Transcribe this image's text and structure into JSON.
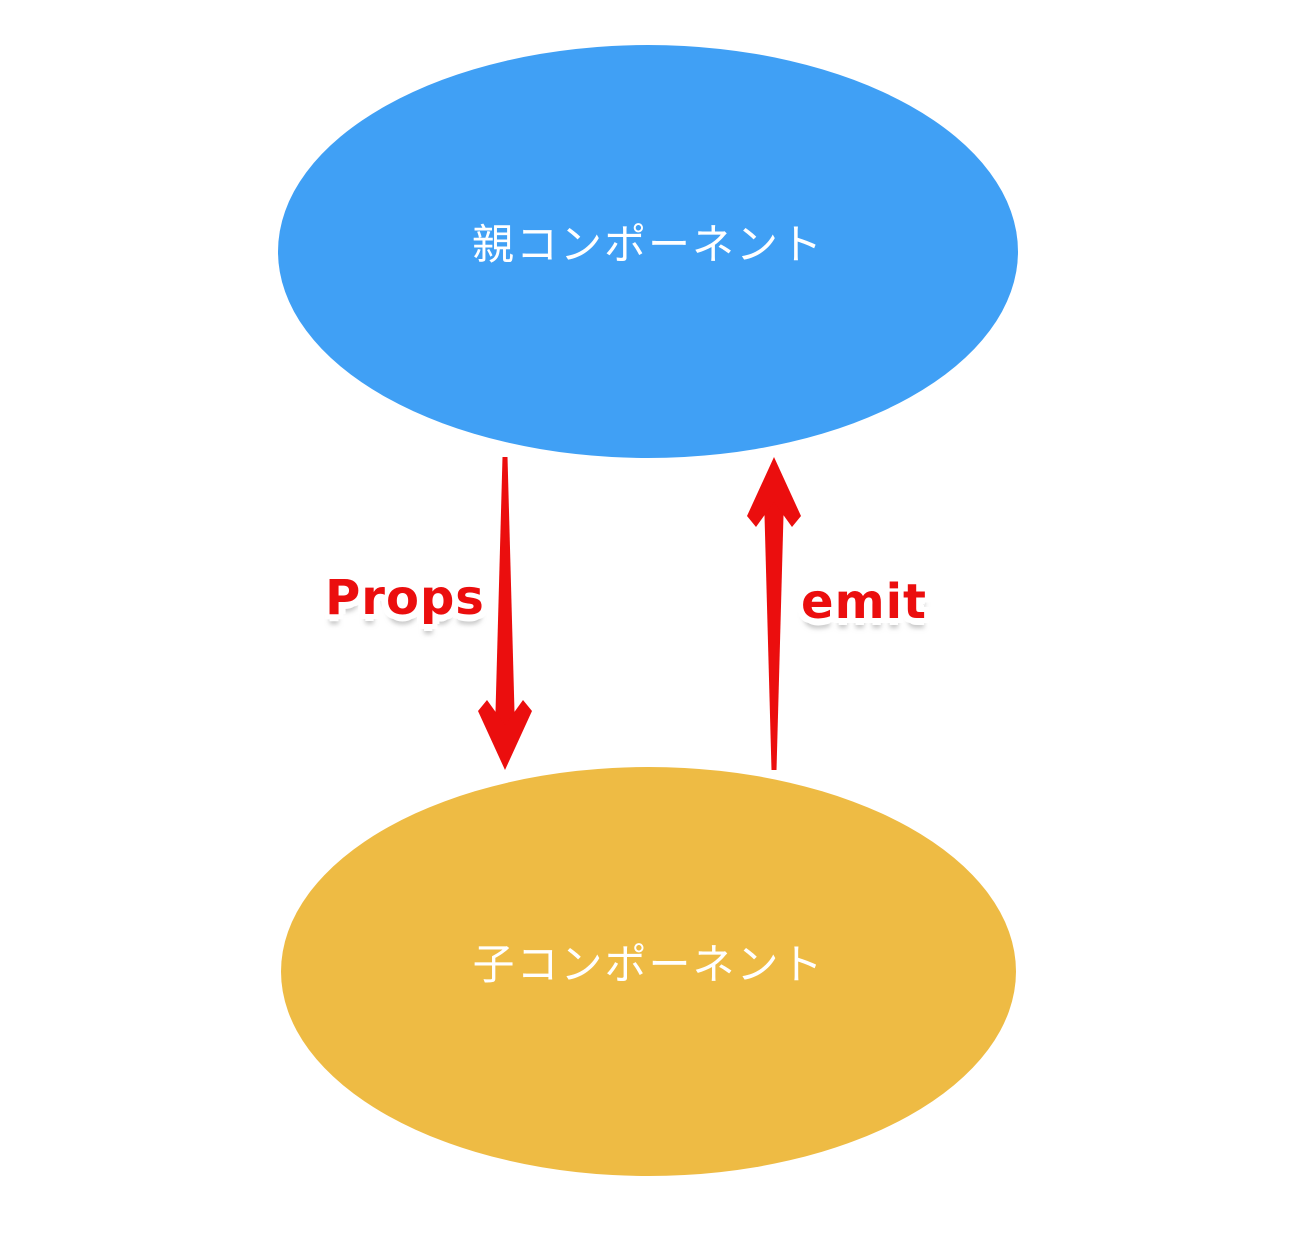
{
  "diagram": {
    "background_color": "#FFFFFF",
    "nodes": {
      "parent": {
        "label": "親コンポーネント",
        "fill": "#40A0F5",
        "text_color": "#FFFFFF",
        "shape": "ellipse"
      },
      "child": {
        "label": "子コンポーネント",
        "fill": "#EEBB44",
        "text_color": "#FFFFFF",
        "shape": "ellipse"
      }
    },
    "edges": {
      "props": {
        "label": "Props",
        "direction": "down",
        "from": "parent",
        "to": "child",
        "color": "#EB0E0E",
        "label_outline_color": "#FFFFFF"
      },
      "emit": {
        "label": "emit",
        "direction": "up",
        "from": "child",
        "to": "parent",
        "color": "#EB0E0E",
        "label_outline_color": "#FFFFFF"
      }
    }
  }
}
